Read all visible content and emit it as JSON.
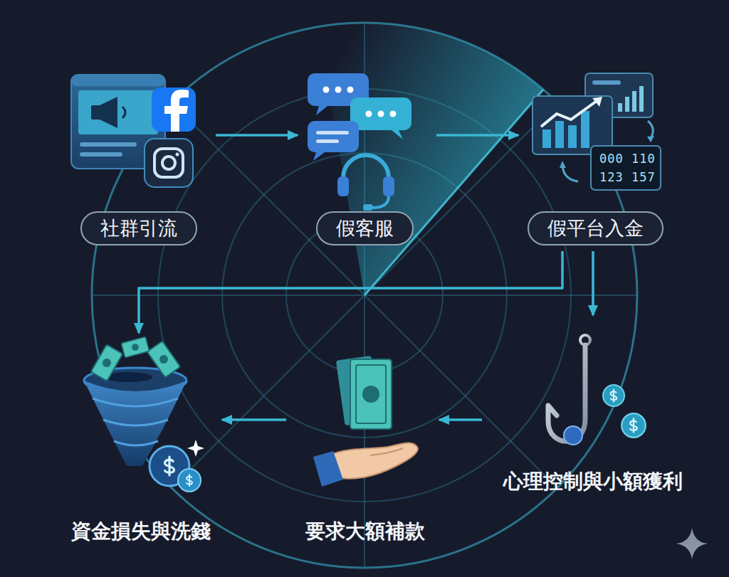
{
  "diagram": {
    "nodes": [
      {
        "text": [
          "社群引流"
        ]
      },
      {
        "text": [
          "假客服"
        ]
      },
      {
        "text": [
          "假平台入金"
        ]
      },
      {
        "text": [
          "心理控制與小額獲利"
        ]
      },
      {
        "text": [
          "要求大額補款"
        ]
      },
      {
        "text": [
          "資金損失與洗錢"
        ]
      }
    ],
    "edges": [
      {
        "from": 0,
        "to": 1,
        "arrow": "to"
      },
      {
        "from": 1,
        "to": 2,
        "arrow": "to"
      },
      {
        "from": 2,
        "to": 3,
        "arrow": "to"
      },
      {
        "from": 2,
        "to": 5,
        "arrow": "to"
      },
      {
        "from": 3,
        "to": 4,
        "arrow": "to"
      },
      {
        "from": 4,
        "to": 5,
        "arrow": "to"
      }
    ],
    "labels": [
      "000 110",
      "123 157"
    ]
  }
}
